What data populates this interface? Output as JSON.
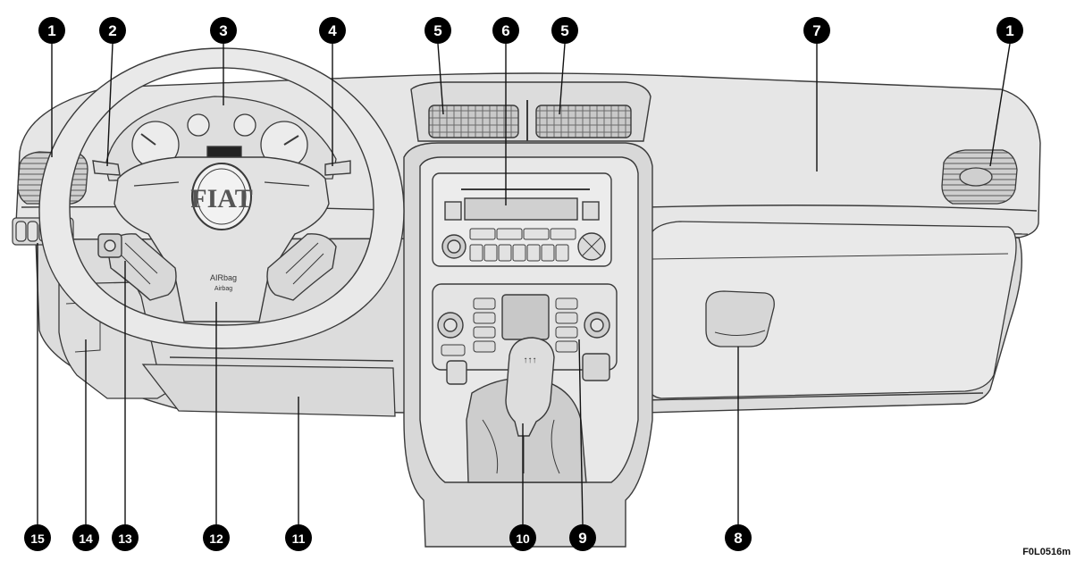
{
  "figure": {
    "reference_code": "F0L0516m",
    "brand_badge": "FIAT",
    "airbag_label": [
      "AIRbag",
      "Airbag"
    ]
  },
  "callouts_top": [
    {
      "id": "c1-left",
      "number": "1"
    },
    {
      "id": "c2",
      "number": "2"
    },
    {
      "id": "c3",
      "number": "3"
    },
    {
      "id": "c4",
      "number": "4"
    },
    {
      "id": "c5-left",
      "number": "5"
    },
    {
      "id": "c6",
      "number": "6"
    },
    {
      "id": "c5-right",
      "number": "5"
    },
    {
      "id": "c7",
      "number": "7"
    },
    {
      "id": "c1-right",
      "number": "1"
    }
  ],
  "callouts_bottom": [
    {
      "id": "c15",
      "number": "15"
    },
    {
      "id": "c14",
      "number": "14"
    },
    {
      "id": "c13",
      "number": "13"
    },
    {
      "id": "c12",
      "number": "12"
    },
    {
      "id": "c11",
      "number": "11"
    },
    {
      "id": "c10",
      "number": "10"
    },
    {
      "id": "c9",
      "number": "9"
    },
    {
      "id": "c8",
      "number": "8"
    }
  ],
  "colors": {
    "line": "#3a3a3a",
    "fill_light": "#e6e6e6",
    "fill_mid": "#d2d2d2",
    "fill_dark": "#b8b8b8",
    "badge": "#000000"
  }
}
